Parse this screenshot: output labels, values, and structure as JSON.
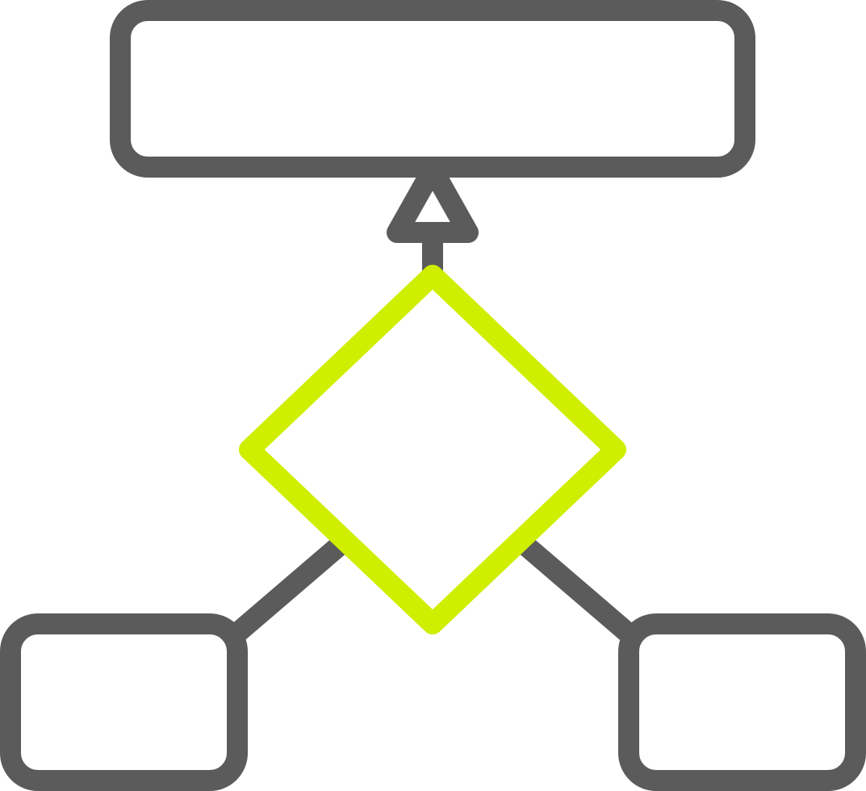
{
  "icon": {
    "name": "flowchart-icon",
    "style": "two-tone line icon",
    "colors": {
      "primary": "#5b5b5b",
      "accent": "#cfee00",
      "background": "#ffffff"
    },
    "parts": [
      {
        "name": "top-process-box",
        "shape": "rounded-rectangle",
        "color": "primary"
      },
      {
        "name": "arrowhead",
        "shape": "hollow-triangle",
        "color": "primary"
      },
      {
        "name": "decision-diamond",
        "shape": "diamond",
        "color": "accent"
      },
      {
        "name": "left-process-box",
        "shape": "rounded-rectangle",
        "color": "primary"
      },
      {
        "name": "right-process-box",
        "shape": "rounded-rectangle",
        "color": "primary"
      }
    ]
  }
}
